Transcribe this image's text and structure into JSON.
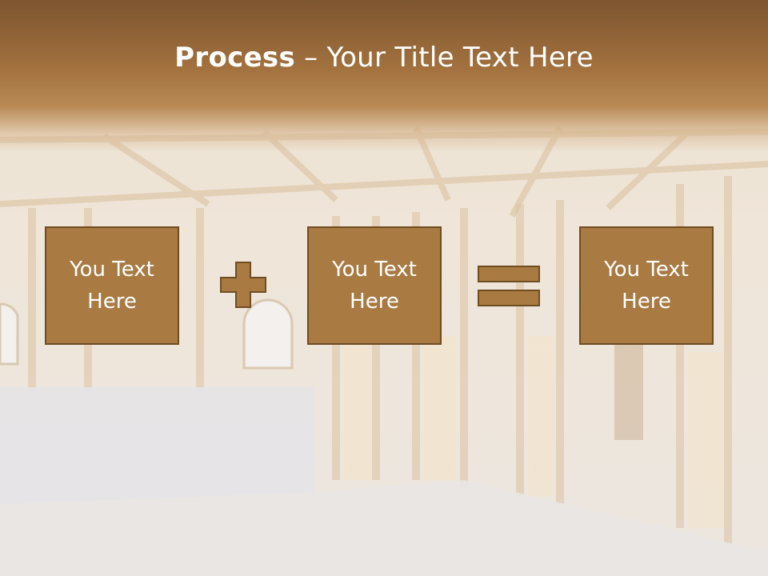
{
  "title": {
    "bold": "Process",
    "rest": " – Your Title Text Here"
  },
  "boxes": [
    {
      "label": "You Text\nHere"
    },
    {
      "label": "You Text\nHere"
    },
    {
      "label": "You Text\nHere"
    }
  ],
  "operators": [
    "plus",
    "equals"
  ],
  "colors": {
    "header": "#8a5f33",
    "box_fill": "#a97a41",
    "box_border": "#6f4d22",
    "text": "#ffffff"
  }
}
